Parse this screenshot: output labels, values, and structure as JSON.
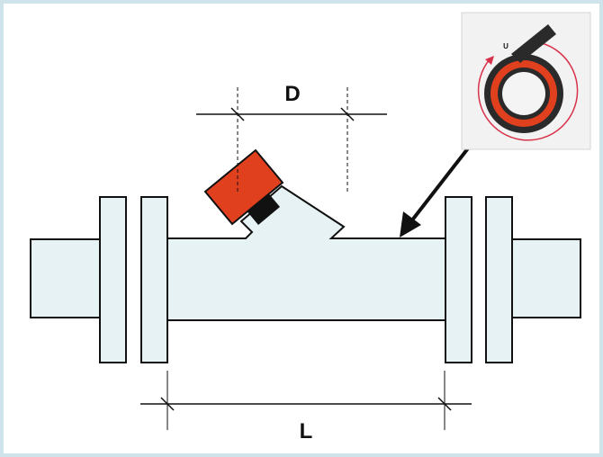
{
  "dimensions": {
    "d_label": "D",
    "l_label": "L"
  },
  "inset": {
    "label": "U"
  },
  "colors": {
    "frame": "#cfe3ea",
    "pipe_fill": "#e6f2f4",
    "outline": "#111111",
    "valve_head": "#e0401e",
    "valve_collar": "#111111",
    "inset_ring_outer": "#2a2a2a",
    "inset_ring_inner": "#e0401e",
    "inset_guide": "#d8324a"
  }
}
